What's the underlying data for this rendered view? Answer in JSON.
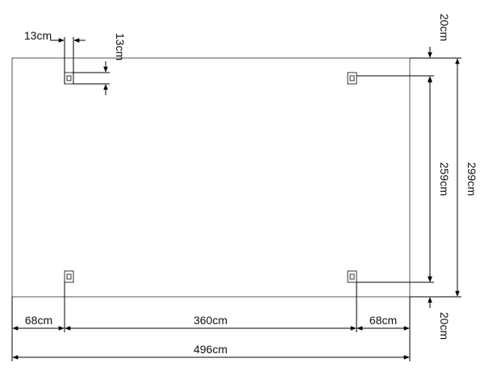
{
  "dimensions": {
    "post_offset_x": "13cm",
    "post_offset_y": "13cm",
    "top_margin": "20cm",
    "bottom_margin": "20cm",
    "post_span_vertical": "259cm",
    "total_depth": "299cm",
    "left_overhang": "68cm",
    "post_span_horizontal": "360cm",
    "right_overhang": "68cm",
    "total_width": "496cm"
  },
  "colors": {
    "outline": "#444444",
    "dimension_line": "#000000",
    "text": "#111111"
  }
}
